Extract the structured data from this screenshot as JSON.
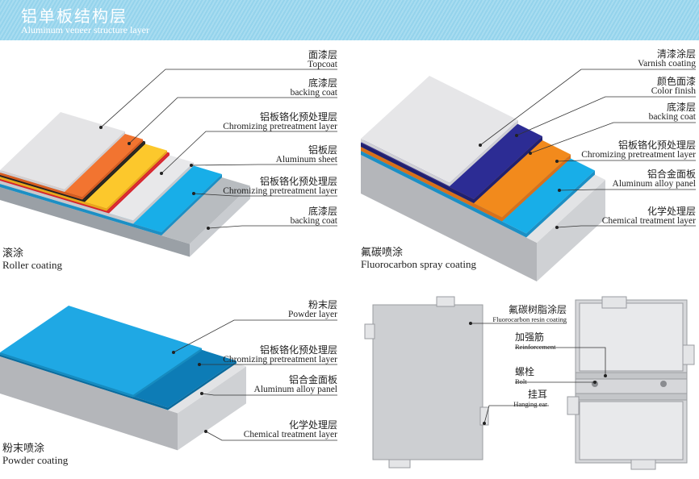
{
  "header": {
    "title_cn": "铝单板结构层",
    "title_en": "Aluminum veneer structure layer"
  },
  "roller": {
    "caption_cn": "滚涂",
    "caption_en": "Roller coating",
    "labels": [
      {
        "cn": "面漆层",
        "en": "Topcoat"
      },
      {
        "cn": "底漆层",
        "en": "backing coat"
      },
      {
        "cn": "铝板铬化预处理层",
        "en": "Chromizing pretreatment layer"
      },
      {
        "cn": "铝板层",
        "en": "Aluminum sheet"
      },
      {
        "cn": "铝板铬化预处理层",
        "en": "Chromizing pretreatment layer"
      },
      {
        "cn": "底漆层",
        "en": "backing coat"
      }
    ]
  },
  "fluoro": {
    "caption_cn": "氟碳喷涂",
    "caption_en": "Fluorocarbon spray coating",
    "labels": [
      {
        "cn": "清漆涂层",
        "en": "Varnish coating"
      },
      {
        "cn": "颜色面漆",
        "en": "Color finish"
      },
      {
        "cn": "底漆层",
        "en": "backing coat"
      },
      {
        "cn": "铝板铬化预处理层",
        "en": "Chromizing pretreatment layer"
      },
      {
        "cn": "铝合金面板",
        "en": "Aluminum alloy panel"
      },
      {
        "cn": "化学处理层",
        "en": "Chemical treatment layer"
      }
    ]
  },
  "powder": {
    "caption_cn": "粉末喷涂",
    "caption_en": "Powder coating",
    "labels": [
      {
        "cn": "粉末层",
        "en": "Powder layer"
      },
      {
        "cn": "铝板铬化预处理层",
        "en": "Chromizing pretreatment layer"
      },
      {
        "cn": "铝合金面板",
        "en": "Aluminum alloy panel"
      },
      {
        "cn": "化学处理层",
        "en": "Chemical treatment layer"
      }
    ]
  },
  "panel": {
    "labels": [
      {
        "cn": "氟碳树脂涂层",
        "en": "Fluorocarbon resin coating"
      },
      {
        "cn": "加强筋",
        "en": "Reinforcement"
      },
      {
        "cn": "螺栓",
        "en": "Bolt"
      },
      {
        "cn": "挂耳",
        "en": "Hanging ear"
      }
    ]
  }
}
